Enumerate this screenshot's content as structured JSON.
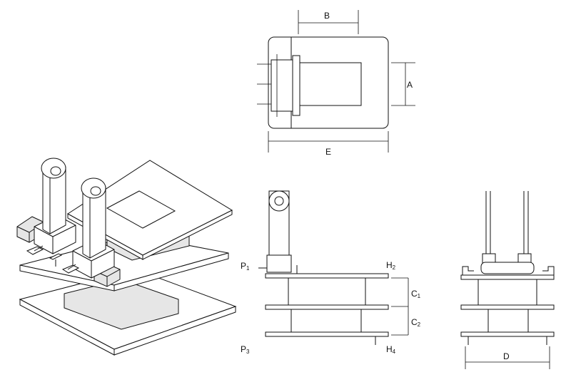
{
  "labels": {
    "a": "A",
    "b": "B",
    "e": "E",
    "c1": "C",
    "c1_sub": "1",
    "c2": "C",
    "c2_sub": "2",
    "d": "D",
    "p1": "P",
    "p1_sub": "1",
    "p3": "P",
    "p3_sub": "3",
    "h2": "H",
    "h2_sub": "2",
    "h4": "H",
    "h4_sub": "4"
  }
}
